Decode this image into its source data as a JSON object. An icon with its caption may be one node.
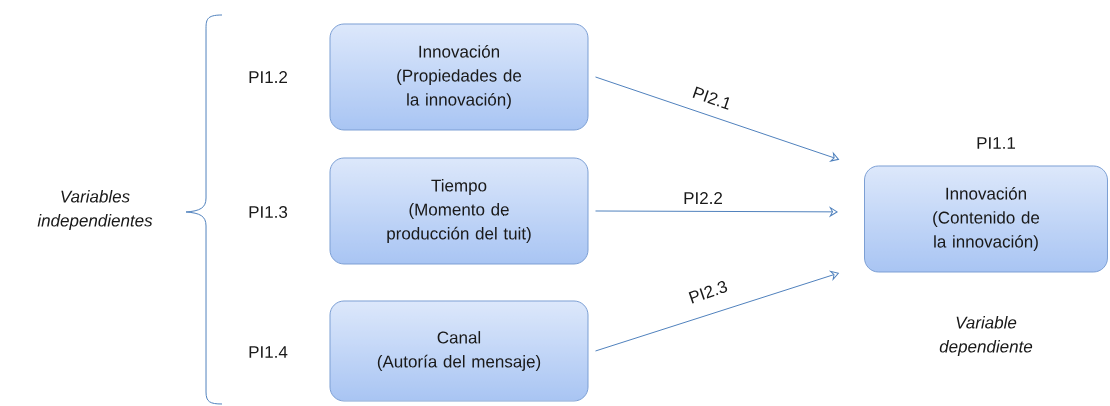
{
  "diagram": {
    "nodes": [
      {
        "text": [
          "Innovación",
          "(Propiedades de la innovación)"
        ],
        "beside": [
          "PI1.2"
        ]
      },
      {
        "text": [
          "Tiempo",
          "(Momento de producción del tuit)"
        ],
        "beside": [
          "PI1.3"
        ]
      },
      {
        "text": [
          "Canal",
          "(Autoría del mensaje)"
        ],
        "beside": [
          "PI1.4"
        ]
      },
      {
        "text": [
          "Innovación",
          "(Contenido de la innovación)"
        ],
        "beside": [
          "PI1.1"
        ]
      }
    ],
    "edges": [
      {
        "from": 0,
        "to": 3,
        "arrow": "to",
        "label": "PI2.1"
      },
      {
        "from": 1,
        "to": 3,
        "arrow": "to",
        "label": "PI2.2"
      },
      {
        "from": 2,
        "to": 3,
        "arrow": "to",
        "label": "PI2.3"
      }
    ],
    "labels": [
      "Variables independientes",
      "Variable dependiente"
    ]
  }
}
